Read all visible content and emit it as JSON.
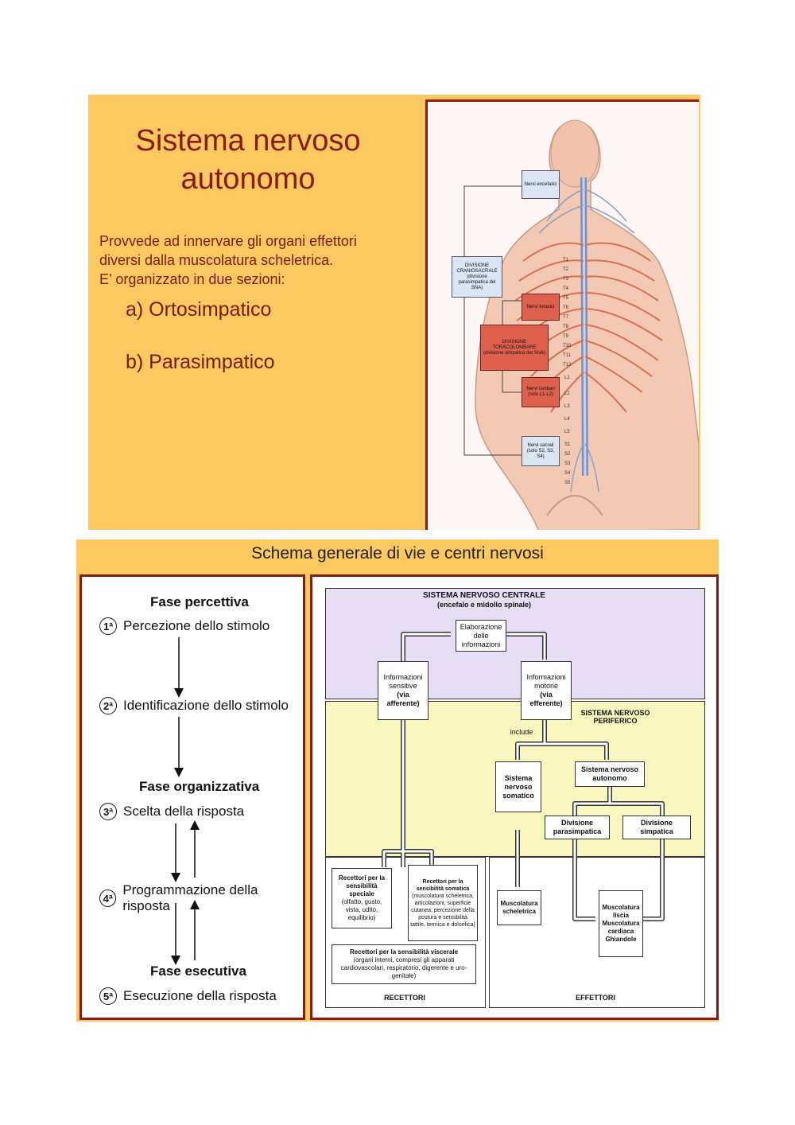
{
  "slide1": {
    "title_line1": "Sistema nervoso",
    "title_line2": "autonomo",
    "body_line1": "Provvede ad innervare gli organi effettori",
    "body_line2": "diversi dalla muscolatura scheletrica.",
    "body_line3": "E’ organizzato in due sezioni:",
    "item_a": "a)  Ortosimpatico",
    "item_b": "b) Parasimpatico",
    "figure": {
      "nervi_encefalici": "Nervi encefalici",
      "craniosacrale": "DIVISIONE CRANIOSACRALE (divisione parasimpatica del SNA)",
      "nervi_toracici": "Nervi toracici",
      "toracolombare": "DIVISIONE TORACOLOMBARE (divisione simpatica del SNA)",
      "nervi_lombari": "Nervi lombari (solo L1-L2)",
      "nervi_sacrali": "Nervi sacrali (solo S2, S3, S4)",
      "vertebrae": [
        "T1",
        "T2",
        "T3",
        "T4",
        "T5",
        "T6",
        "T7",
        "T8",
        "T9",
        "T10",
        "T11",
        "T12",
        "L1",
        "L2",
        "L3",
        "L4",
        "L5",
        "S1",
        "S2",
        "S3",
        "S4",
        "S5"
      ]
    }
  },
  "slide2": {
    "title": "Schema generale di vie e centri nervosi",
    "left": {
      "phase1": "Fase percettiva",
      "step1_num": "1ª",
      "step1": "Percezione dello stimolo",
      "step2_num": "2ª",
      "step2": "Identificazione dello stimolo",
      "phase2": "Fase organizzativa",
      "step3_num": "3ª",
      "step3": "Scelta della risposta",
      "step4_num": "4ª",
      "step4": "Programmazione della risposta",
      "phase3": "Fase esecutiva",
      "step5_num": "5ª",
      "step5": "Esecuzione della risposta"
    },
    "right": {
      "snc_title": "SISTEMA NERVOSO CENTRALE",
      "snc_sub": "(encefalo e midollo spinale)",
      "elaborazione": "Elaborazione delle informazioni",
      "info_sensitive": "Informazioni sensitive",
      "via_afferente": "(via afferente)",
      "info_motorie": "Informazioni motorie",
      "via_efferente": "(via efferente)",
      "snp_title": "SISTEMA NERVOSO PERIFERICO",
      "include": "include",
      "somatico": "Sistema nervoso somatico",
      "autonomo": "Sistema nervoso autonomo",
      "parasimpatica": "Divisione parasimpatica",
      "simpatica": "Divisione simpatica",
      "recettori_speciale": "Recettori per la sensibilità speciale",
      "recettori_speciale_detail": "(olfatto, gusto, vista, udito, equilibrio)",
      "recettori_somatica": "Recettori per la sensibilità somatica",
      "recettori_somatica_detail": "(muscolatura scheletrica, articolazioni, superficie cutanea; percezione della postura e sensibilità tattile, termica e dolorifica)",
      "recettori_viscerale": "Recettori per la sensibilità viscerale",
      "recettori_viscerale_detail": "(organi interni, compresi gli apparati cardiovascolari, respiratorio, digerente e uro-genitale)",
      "muscolatura_scheletrica": "Muscolatura scheletrica",
      "muscolatura_liscia": "Muscolatura liscia",
      "muscolatura_cardiaca": "Muscolatura cardiaca",
      "ghiandole": "Ghiandole",
      "recettori": "RECETTORI",
      "effettori": "EFFETTORI"
    }
  }
}
